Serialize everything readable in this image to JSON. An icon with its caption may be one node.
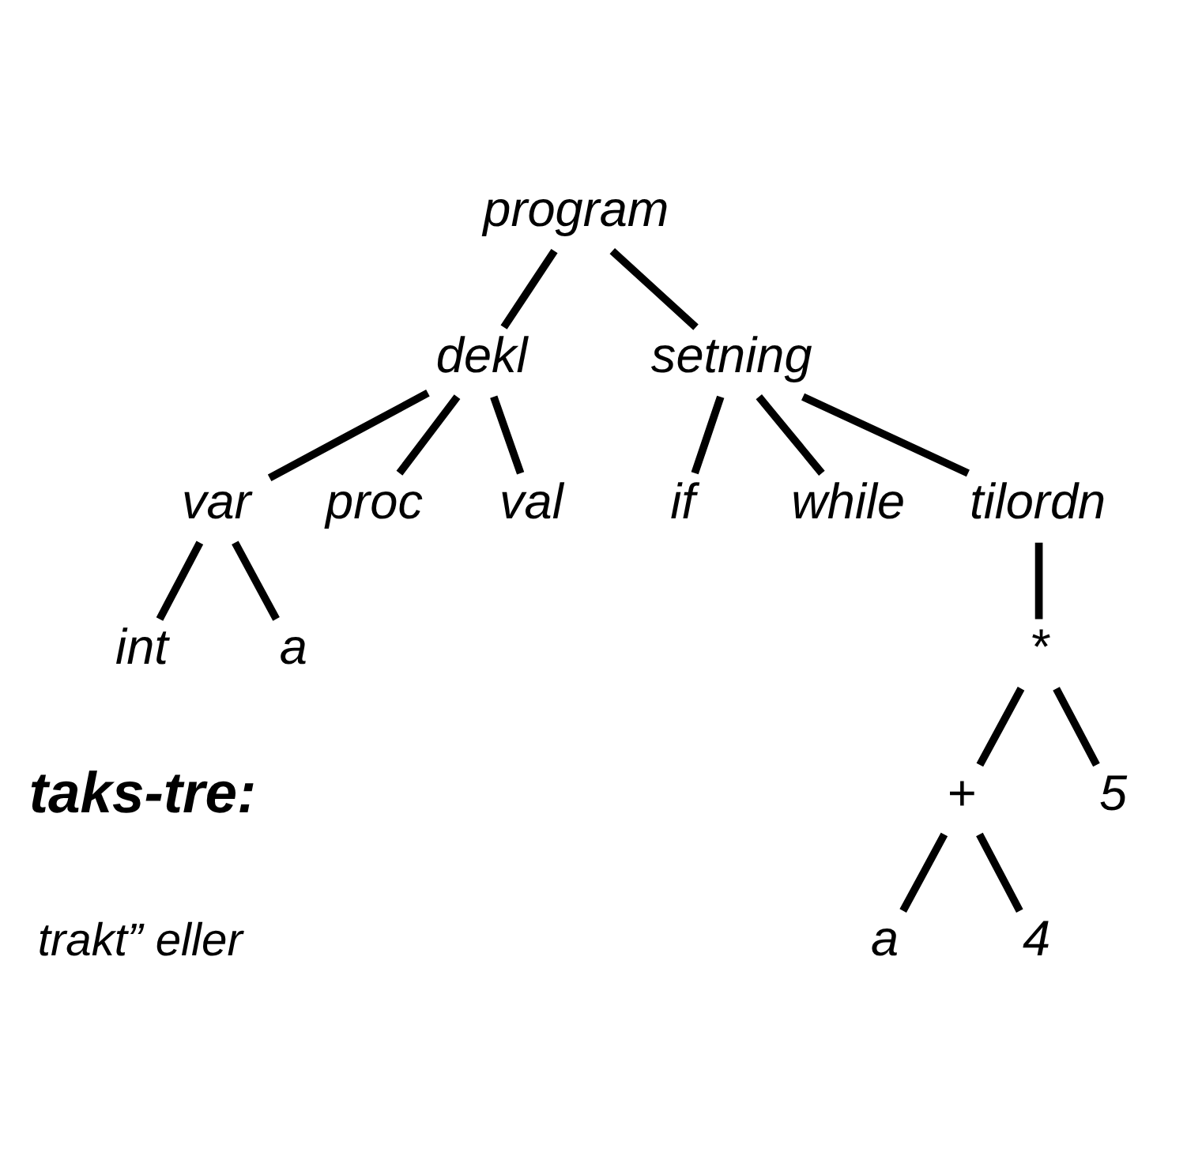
{
  "diagram": {
    "nodes": [
      {
        "text": [
          "program"
        ]
      },
      {
        "text": [
          "dekl"
        ]
      },
      {
        "text": [
          "setning"
        ]
      },
      {
        "text": [
          "var"
        ]
      },
      {
        "text": [
          "proc"
        ]
      },
      {
        "text": [
          "val"
        ]
      },
      {
        "text": [
          "if"
        ]
      },
      {
        "text": [
          "while"
        ]
      },
      {
        "text": [
          "tilordn"
        ]
      },
      {
        "text": [
          "int"
        ]
      },
      {
        "text": [
          "a"
        ]
      },
      {
        "text": [
          "*"
        ]
      },
      {
        "text": [
          "+"
        ]
      },
      {
        "text": [
          "a"
        ]
      },
      {
        "text": [
          "4"
        ]
      },
      {
        "text": [
          "5"
        ]
      }
    ],
    "edges": [
      {
        "from": 0,
        "to": 1,
        "arrow": "none"
      },
      {
        "from": 0,
        "to": 2,
        "arrow": "none"
      },
      {
        "from": 1,
        "to": 3,
        "arrow": "none"
      },
      {
        "from": 1,
        "to": 4,
        "arrow": "none"
      },
      {
        "from": 1,
        "to": 5,
        "arrow": "none"
      },
      {
        "from": 2,
        "to": 6,
        "arrow": "none"
      },
      {
        "from": 2,
        "to": 7,
        "arrow": "none"
      },
      {
        "from": 2,
        "to": 8,
        "arrow": "none"
      },
      {
        "from": 3,
        "to": 9,
        "arrow": "none"
      },
      {
        "from": 3,
        "to": 10,
        "arrow": "none"
      },
      {
        "from": 8,
        "to": 11,
        "arrow": "none"
      },
      {
        "from": 11,
        "to": 12,
        "arrow": "none"
      },
      {
        "from": 11,
        "to": 15,
        "arrow": "none"
      },
      {
        "from": 12,
        "to": 13,
        "arrow": "none"
      },
      {
        "from": 12,
        "to": 14,
        "arrow": "none"
      }
    ],
    "labels": [
      "taks-tre:",
      "trakt” eller"
    ]
  }
}
